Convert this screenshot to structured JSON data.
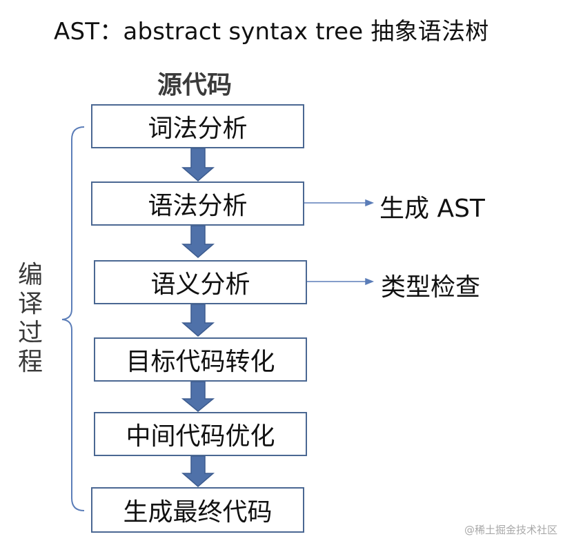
{
  "title": "AST：abstract syntax tree 抽象语法树",
  "source_label": "源代码",
  "side_label": "编译过程",
  "steps": [
    {
      "label": "词法分析"
    },
    {
      "label": "语法分析"
    },
    {
      "label": "语义分析"
    },
    {
      "label": "目标代码转化"
    },
    {
      "label": "中间代码优化"
    },
    {
      "label": "生成最终代码"
    }
  ],
  "annotations": [
    {
      "label": "生成 AST"
    },
    {
      "label": "类型检查"
    }
  ],
  "colors": {
    "box_border": "#4a6792",
    "flow_arrow": "#4f71a9",
    "annotation_arrow": "#5b7db8"
  },
  "watermark": "@稀土掘金技术社区"
}
